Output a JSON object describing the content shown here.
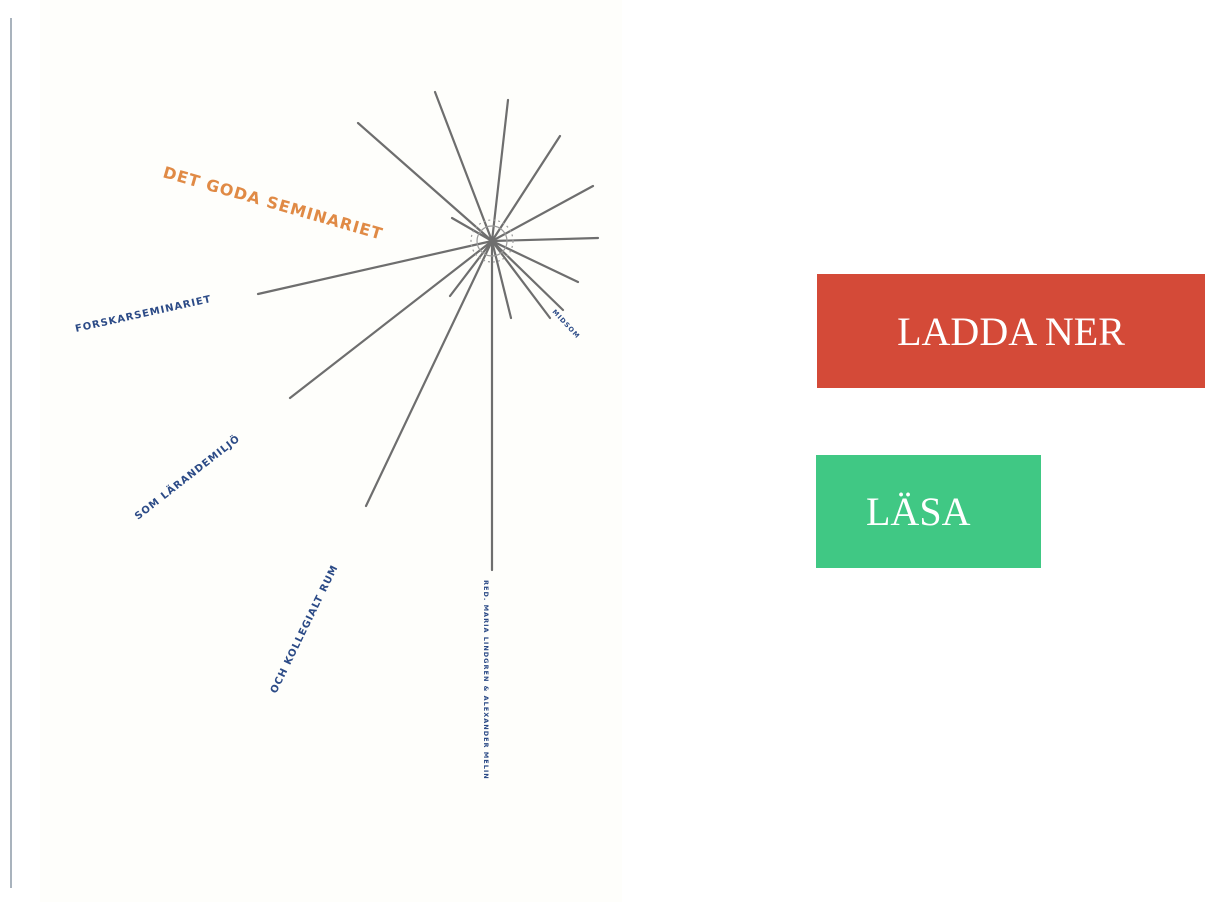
{
  "cover": {
    "title": "DET GODA SEMINARIET",
    "labels": {
      "forskarseminariet": "FORSKARSEMINARIET",
      "larandemiljo": "SOM LÄRANDEMILJÖ",
      "kollegialt_rum": "OCH KOLLEGIALT RUM",
      "authors": "RED. MARIA LINDGREN & ALEXANDER MELIN",
      "small": "MIDSOM"
    },
    "colors": {
      "title": "#e08a45",
      "labels": "#2b4a86",
      "lines": "#6a6a6a"
    }
  },
  "actions": {
    "download_label": "LADDA NER",
    "read_label": "LÄSA",
    "download_color": "#d44a38",
    "read_color": "#40c884"
  }
}
